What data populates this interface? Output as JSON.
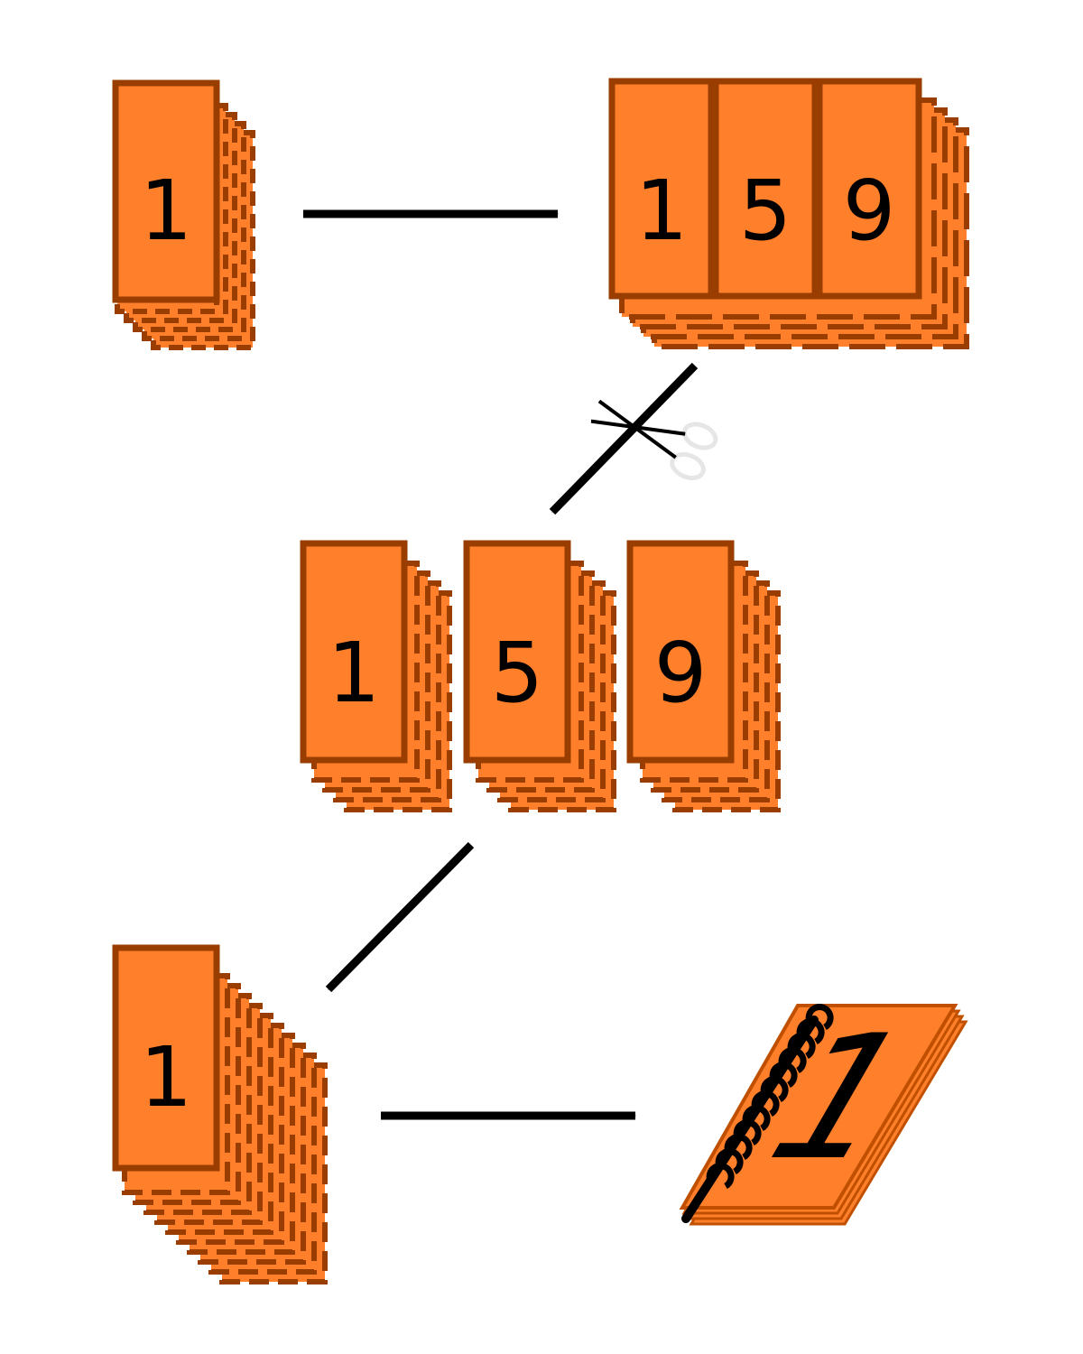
{
  "colors": {
    "fill": "#ff7f2a",
    "edge": "#993d00",
    "ink": "#000000",
    "scissors": "#ffffff"
  },
  "stages": {
    "single_stack": {
      "number": "1"
    },
    "gang_sheet": {
      "numbers": [
        "1",
        "5",
        "9"
      ]
    },
    "cut_stacks": {
      "numbers": [
        "1",
        "5",
        "9"
      ]
    },
    "collated_stack": {
      "number": "1"
    },
    "bound_book": {
      "number": "1"
    }
  },
  "icons": {
    "cut": "scissors-icon",
    "binding": "spiral-binding-icon"
  }
}
